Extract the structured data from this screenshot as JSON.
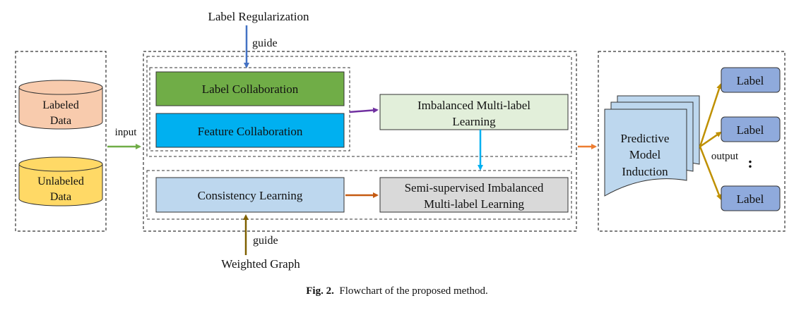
{
  "diagram": {
    "labeled_data": [
      "Labeled",
      "Data"
    ],
    "unlabeled_data": [
      "Unlabeled",
      "Data"
    ],
    "input_label": "input",
    "label_regularization": "Label Regularization",
    "guide_top": "guide",
    "label_collaboration": "Label Collaboration",
    "feature_collaboration": "Feature Collaboration",
    "imbalanced_learning": [
      "Imbalanced Multi-label",
      "Learning"
    ],
    "consistency_learning": "Consistency Learning",
    "semi_supervised": [
      "Semi-supervised Imbalanced",
      "Multi-label Learning"
    ],
    "guide_bottom": "guide",
    "weighted_graph": "Weighted Graph",
    "predictive_model": [
      "Predictive",
      "Model",
      "Induction"
    ],
    "output_label": "output",
    "labels": [
      "Label",
      "Label",
      "Label"
    ],
    "ellipsis": ":"
  },
  "caption": {
    "prefix": "Fig. 2.",
    "text": "Flowchart of the proposed method."
  },
  "colors": {
    "labeled": "#f8cbad",
    "unlabeled": "#ffd966",
    "label_collab": "#70ad47",
    "feature_collab": "#00b0f0",
    "imbalanced": "#e2efda",
    "consistency": "#bdd7ee",
    "semi": "#d9d9d9",
    "predictive": "#bdd7ee",
    "label_box": "#8faadc",
    "arrow_blue": "#4472c4",
    "arrow_green": "#70ad47",
    "arrow_purple": "#7030a0",
    "arrow_cyan": "#00b0f0",
    "arrow_brown_orange": "#c55a11",
    "arrow_brown": "#7f6000",
    "arrow_orange": "#ed7d31",
    "arrow_gold": "#bf9000"
  }
}
